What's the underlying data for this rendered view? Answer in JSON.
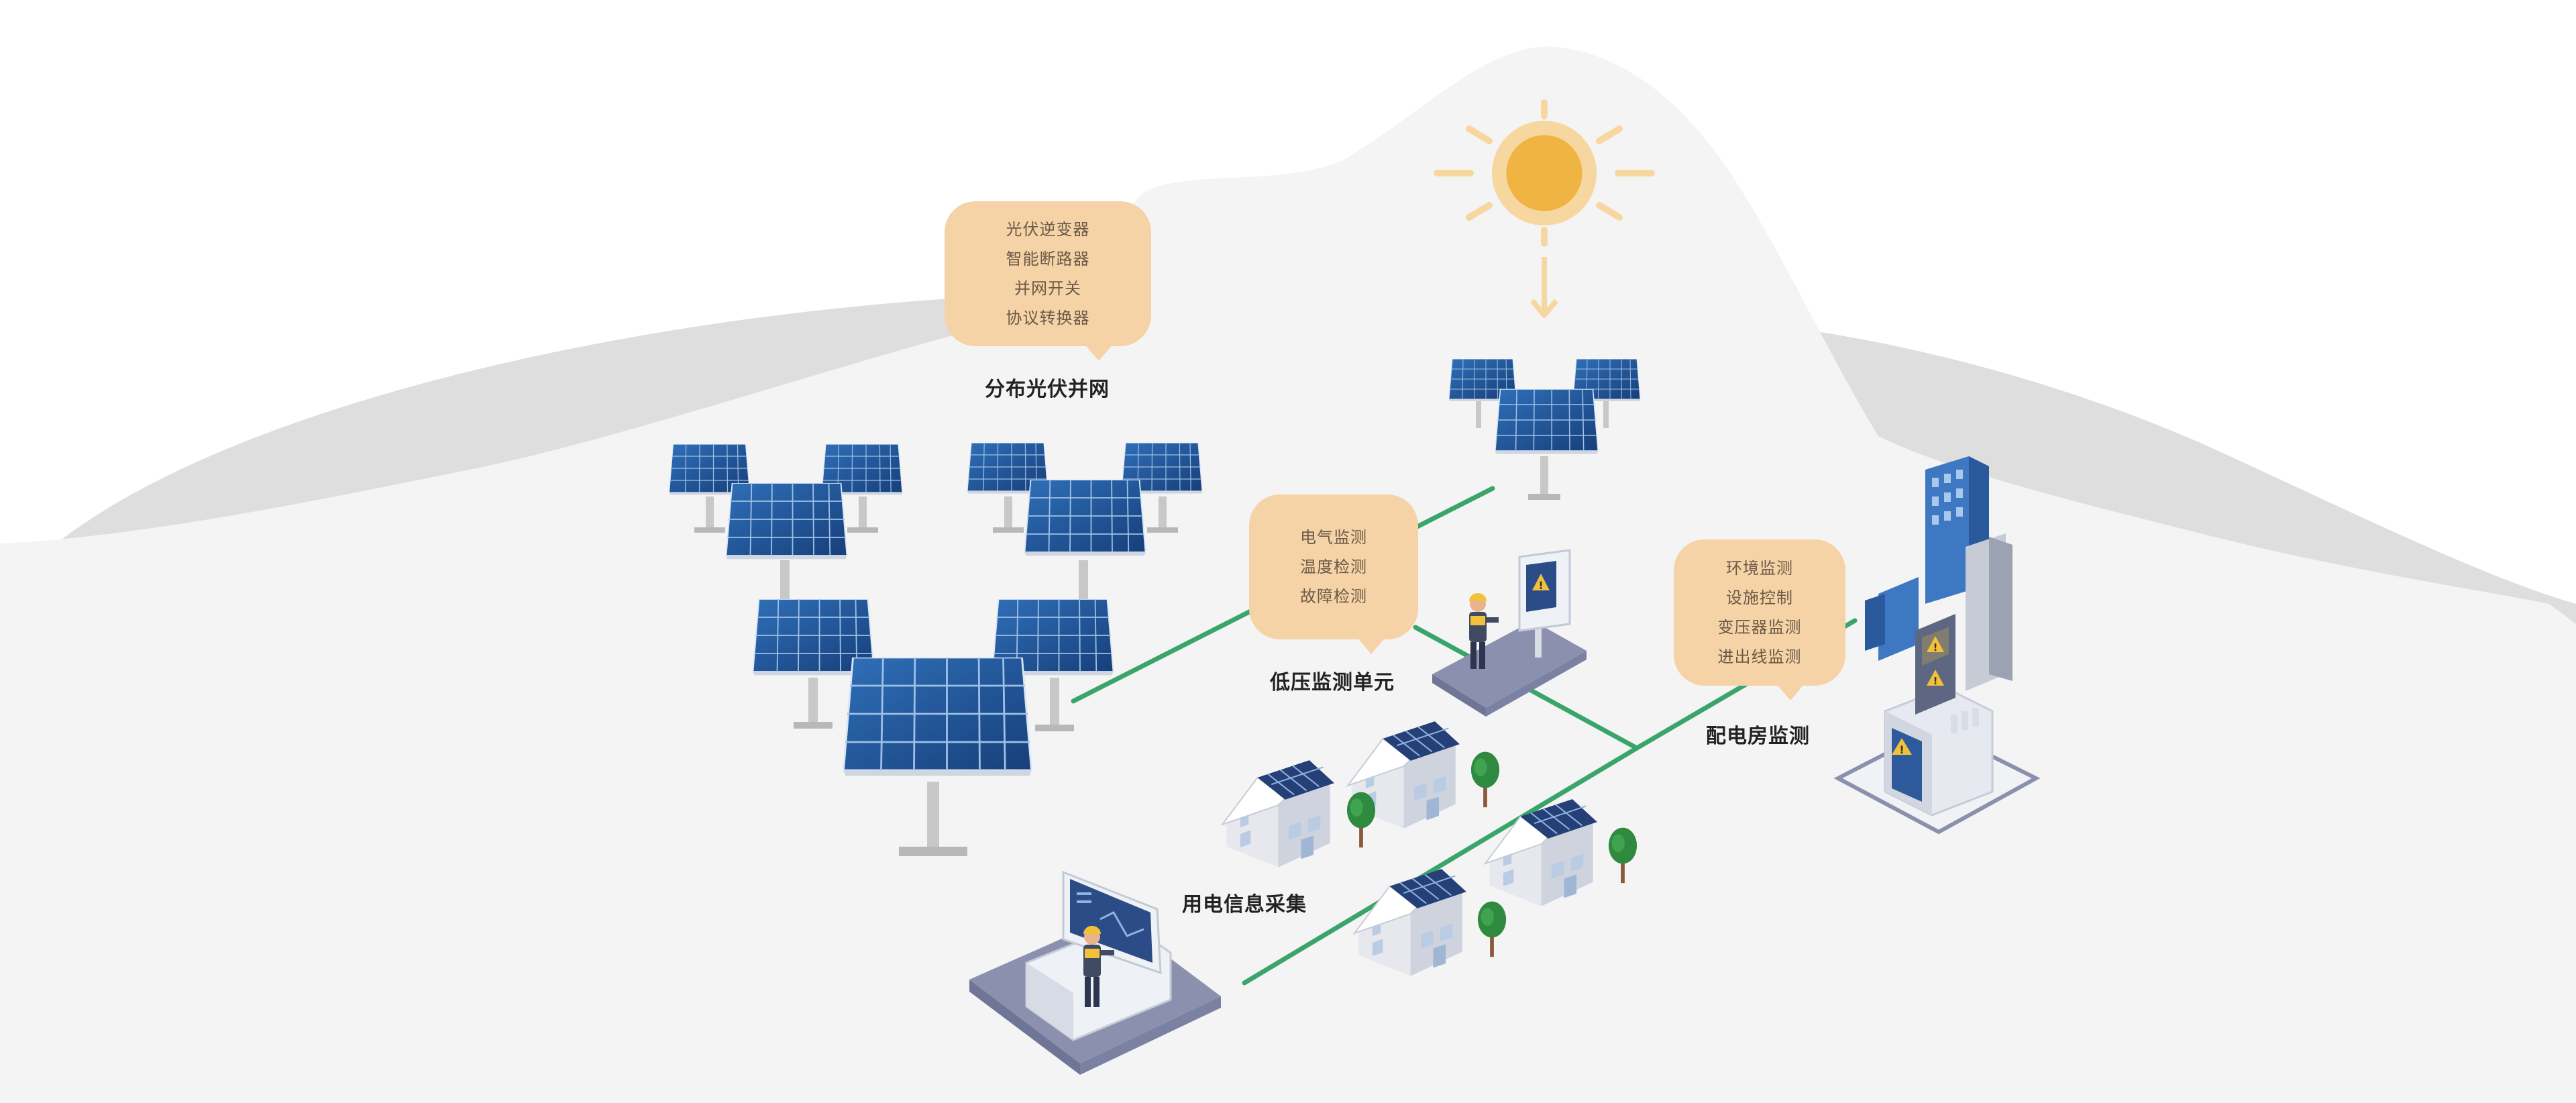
{
  "colors": {
    "mountain_light": "#f4f4f4",
    "mountain_gray": "#dedede",
    "panel_blue": "#1e4f93",
    "bubble": "#f5d3a6",
    "line_green": "#3aa56a",
    "sun": "#f0b443",
    "platform": "#8a90ad"
  },
  "icons": [
    "sun-icon",
    "solar-panel-icon",
    "house-icon",
    "tree-icon",
    "operator-icon",
    "monitor-cabinet-icon",
    "building-icon",
    "warning-icon"
  ],
  "bubbles": {
    "pv": {
      "lines": [
        "光伏逆变器",
        "智能断路器",
        "并网开关",
        "协议转换器"
      ]
    },
    "lowvoltage": {
      "lines": [
        "电气监测",
        "温度检测",
        "故障检测"
      ]
    },
    "distribution": {
      "lines": [
        "环境监测",
        "设施控制",
        "变压器监测",
        "进出线监测"
      ]
    }
  },
  "labels": {
    "pv_gridconnect": "分布光伏并网",
    "lowvoltage_unit": "低压监测单元",
    "distribution_room": "配电房监测",
    "power_collection": "用电信息采集"
  }
}
